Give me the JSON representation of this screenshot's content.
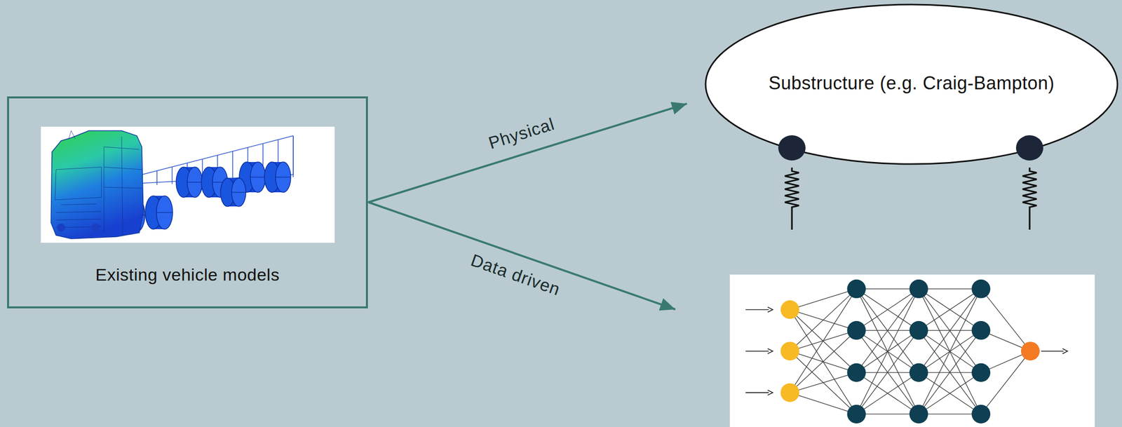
{
  "diagram": {
    "nodes": [
      {
        "text": [
          "Existing vehicle models"
        ]
      },
      {
        "text": [
          "Substructure (e.g. Craig-Bampton)"
        ]
      }
    ],
    "edges": [
      {
        "from": 0,
        "to": 1,
        "arrow": "to",
        "label": "Physical"
      }
    ],
    "labels": [
      "Data driven"
    ]
  }
}
